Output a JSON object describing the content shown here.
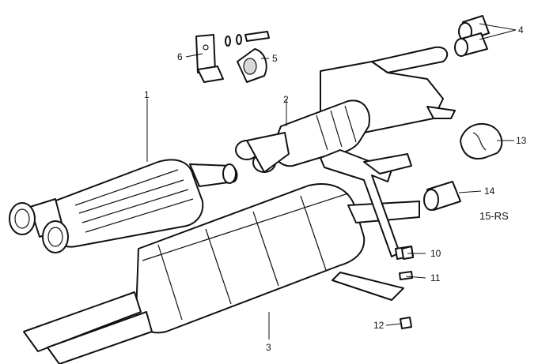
{
  "callouts": [
    {
      "id": "1",
      "text": "1"
    },
    {
      "id": "2",
      "text": "2"
    },
    {
      "id": "3",
      "text": "3"
    },
    {
      "id": "4",
      "text": "4"
    },
    {
      "id": "5",
      "text": "5"
    },
    {
      "id": "6",
      "text": "6"
    },
    {
      "id": "10",
      "text": "10"
    },
    {
      "id": "11",
      "text": "11"
    },
    {
      "id": "12",
      "text": "12"
    },
    {
      "id": "13",
      "text": "13"
    },
    {
      "id": "14",
      "text": "14"
    }
  ],
  "note": "15-RS"
}
